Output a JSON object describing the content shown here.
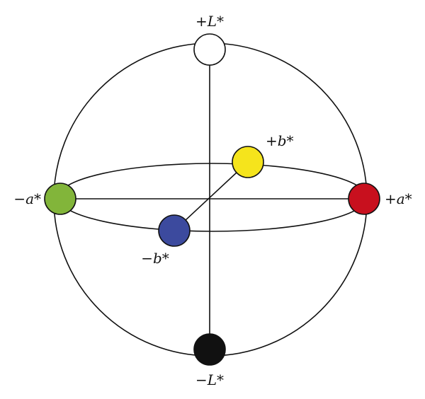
{
  "labels": {
    "plus_L": "+L*",
    "minus_L": "−L*",
    "plus_a": "+a*",
    "minus_a": "−a*",
    "plus_b": "+b*",
    "minus_b": "−b*"
  },
  "colors": {
    "plus_L": "#ffffff",
    "minus_L": "#111111",
    "plus_a": "#c8101e",
    "minus_a": "#82b53a",
    "plus_b": "#f5e41c",
    "minus_b": "#3c4a9e"
  }
}
